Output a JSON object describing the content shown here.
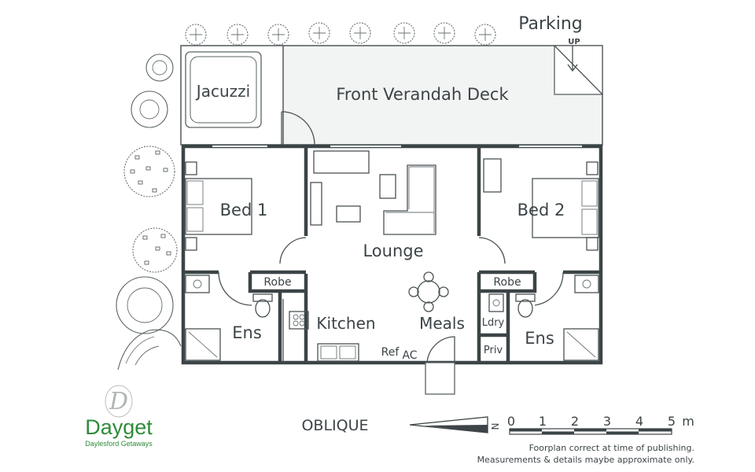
{
  "rooms": {
    "parking": "Parking",
    "up": "UP",
    "jacuzzi": "Jacuzzi",
    "verandah": "Front Verandah Deck",
    "bed1": "Bed 1",
    "bed2": "Bed 2",
    "lounge": "Lounge",
    "robe1": "Robe",
    "robe2": "Robe",
    "ens1": "Ens",
    "ens2": "Ens",
    "kitchen": "Kitchen",
    "meals": "Meals",
    "ldry": "Ldry",
    "priv": "Priv",
    "ref": "Ref",
    "ac": "AC"
  },
  "orientation": "OBLIQUE",
  "north": "N",
  "scale": {
    "ticks": [
      "0",
      "1",
      "2",
      "3",
      "4",
      "5"
    ],
    "unit": "m"
  },
  "brand": {
    "name": "Dayget",
    "tagline": "Daylesford Getaways",
    "monogram": "D",
    "color": "#2e8b3a"
  },
  "disclaimer": {
    "line1": "Foorplan correct at time of publishing.",
    "line2": "Measurements & details maybe approximate only."
  }
}
